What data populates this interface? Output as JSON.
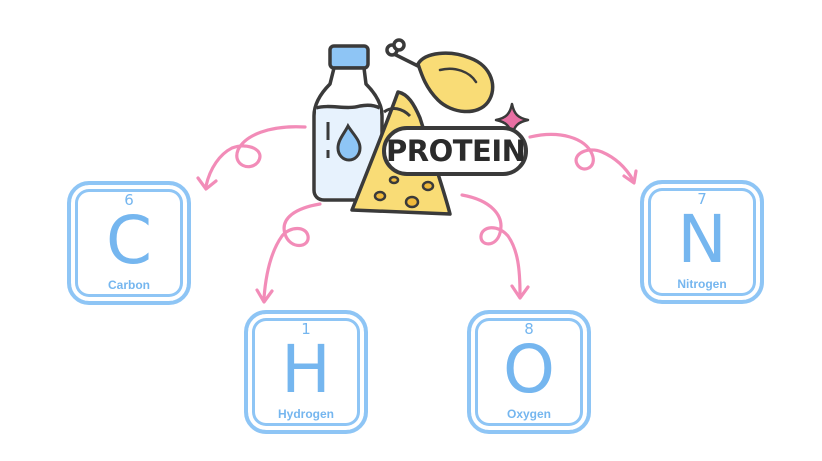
{
  "label": {
    "text": "PROTEIN"
  },
  "elements": [
    {
      "id": "carbon",
      "number": "6",
      "symbol": "C",
      "name": "Carbon"
    },
    {
      "id": "hydrogen",
      "number": "1",
      "symbol": "H",
      "name": "Hydrogen"
    },
    {
      "id": "oxygen",
      "number": "8",
      "symbol": "O",
      "name": "Oxygen"
    },
    {
      "id": "nitrogen",
      "number": "7",
      "symbol": "N",
      "name": "Nitrogen"
    }
  ],
  "colors": {
    "tile_blue": "#8ec5f5",
    "arrow_pink": "#f28cb8",
    "outline": "#3a3a3a",
    "cheese": "#f9dc76",
    "chicken": "#f9dc76",
    "bottle_cap": "#8ec5f5",
    "sparkle": "#e86fa3"
  },
  "icons": [
    "milk-bottle-icon",
    "chicken-leg-icon",
    "cheese-icon",
    "sparkle-icon",
    "water-drop-icon"
  ]
}
